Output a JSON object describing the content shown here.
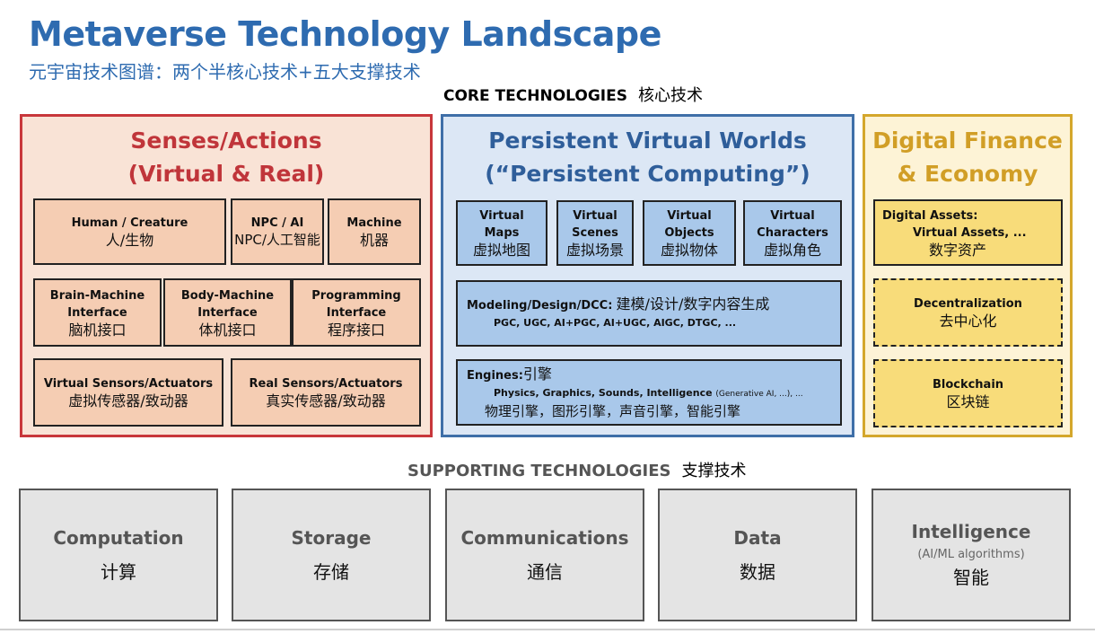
{
  "header": {
    "title": "Metaverse Technology Landscape",
    "subtitle": "元宇宙技术图谱：两个半核心技术+五大支撑技术"
  },
  "core": {
    "label_en": "CORE TECHNOLOGIES",
    "label_cn": "核心技术"
  },
  "senses": {
    "title_line1": "Senses/Actions",
    "title_line2": "(Virtual & Real)",
    "row1": [
      {
        "en": "Human / Creature",
        "cn": "人/生物"
      },
      {
        "en": "NPC / AI",
        "cn": "NPC/人工智能"
      },
      {
        "en": "Machine",
        "cn": "机器"
      }
    ],
    "row2": [
      {
        "en1": "Brain-Machine",
        "en2": "Interface",
        "cn": "脑机接口"
      },
      {
        "en1": "Body-Machine",
        "en2": "Interface",
        "cn": "体机接口"
      },
      {
        "en1": "Programming",
        "en2": "Interface",
        "cn": "程序接口"
      }
    ],
    "row3": [
      {
        "en": "Virtual Sensors/Actuators",
        "cn": "虚拟传感器/致动器"
      },
      {
        "en": "Real Sensors/Actuators",
        "cn": "真实传感器/致动器"
      }
    ]
  },
  "worlds": {
    "title_line1": "Persistent Virtual Worlds",
    "title_line2": "(“Persistent Computing”)",
    "row1": [
      {
        "en1": "Virtual",
        "en2": "Maps",
        "cn": "虚拟地图"
      },
      {
        "en1": "Virtual",
        "en2": "Scenes",
        "cn": "虚拟场景"
      },
      {
        "en1": "Virtual",
        "en2": "Objects",
        "cn": "虚拟物体"
      },
      {
        "en1": "Virtual",
        "en2": "Characters",
        "cn": "虚拟角色"
      }
    ],
    "modeling": {
      "label": "Modeling/Design/DCC:",
      "cn": "建模/设计/数字内容生成",
      "detail": "PGC, UGC, AI+PGC, AI+UGC, AIGC, DTGC, ..."
    },
    "engines": {
      "label": "Engines:",
      "cn": "引擎",
      "detail": "Physics, Graphics, Sounds, Intelligence",
      "detail_note": "(Generative AI, ...), ...",
      "cn_detail": "物理引擎，图形引擎，声音引擎，智能引擎"
    }
  },
  "finance": {
    "title_line1": "Digital Finance",
    "title_line2": "& Economy",
    "assets": {
      "en1": "Digital Assets:",
      "en2": "Virtual Assets, ...",
      "cn": "数字资产"
    },
    "decentral": {
      "en": "Decentralization",
      "cn": "去中心化"
    },
    "blockchain": {
      "en": "Blockchain",
      "cn": "区块链"
    }
  },
  "supporting": {
    "label_en": "SUPPORTING TECHNOLOGIES",
    "label_cn": "支撑技术",
    "items": [
      {
        "en": "Computation",
        "cn": "计算"
      },
      {
        "en": "Storage",
        "cn": "存储"
      },
      {
        "en": "Communications",
        "cn": "通信"
      },
      {
        "en": "Data",
        "cn": "数据"
      },
      {
        "en": "Intelligence",
        "note": "(AI/ML algorithms)",
        "cn": "智能"
      }
    ]
  },
  "colors": {
    "title_blue": "#2e6bb0",
    "senses_red": "#c8373b",
    "worlds_blue": "#3f6fa8",
    "finance_gold": "#d4a72c"
  }
}
